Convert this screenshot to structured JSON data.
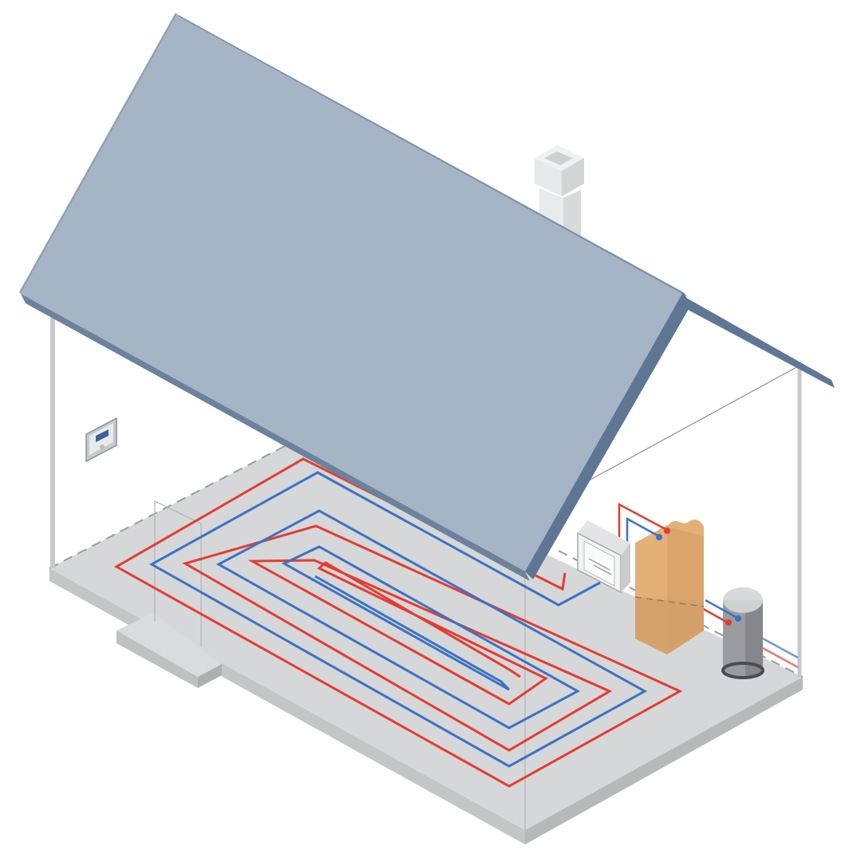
{
  "diagram": {
    "subject": "underfloor-heating-house-cutaway",
    "components": [
      {
        "id": "roof",
        "icon": "roof-icon"
      },
      {
        "id": "chimney",
        "icon": "chimney-icon"
      },
      {
        "id": "floor-slab",
        "icon": "floor-icon"
      },
      {
        "id": "entrance-step",
        "icon": "step-icon"
      },
      {
        "id": "room-thermostat",
        "icon": "thermostat-icon"
      },
      {
        "id": "manifold-cabinet",
        "icon": "manifold-icon"
      },
      {
        "id": "boiler",
        "icon": "boiler-icon"
      },
      {
        "id": "hot-water-cylinder",
        "icon": "cylinder-icon"
      },
      {
        "id": "supply-pipe-loop",
        "icon": "pipe-icon"
      },
      {
        "id": "return-pipe-loop",
        "icon": "pipe-icon"
      }
    ],
    "colors": {
      "roof_top": "#a5b5c6",
      "roof_edge": "#6c829c",
      "floor_top": "#d6d7d8",
      "floor_side": "#c3c4c6",
      "wall_line": "#b5b7ba",
      "supply_pipe": "#e23d32",
      "return_pipe": "#3b72c4",
      "boiler": "#e3b078",
      "cylinder": "#9a9ca0",
      "chimney": "#e6e7e8"
    }
  }
}
